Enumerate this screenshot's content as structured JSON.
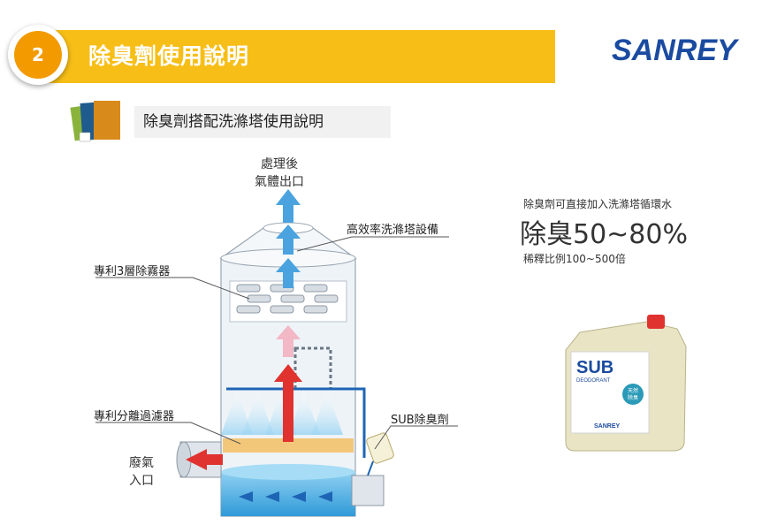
{
  "header": {
    "badge_number": "2",
    "title": "除臭劑使用說明"
  },
  "brand": {
    "name": "SANREY",
    "color": "#1a4ba0"
  },
  "section": {
    "subtitle": "除臭劑搭配洗滌塔使用說明"
  },
  "diagram": {
    "outlet_label_line1": "處理後",
    "outlet_label_line2": "氣體出口",
    "equipment_label": "高效率洗滌塔設備",
    "demister_label": "專利3層除霧器",
    "filter_label": "專利分離過濾器",
    "deodorant_label": "SUB除臭劑",
    "inlet_label_line1": "廢氣",
    "inlet_label_line2": "入口"
  },
  "info": {
    "note": "除臭劑可直接加入洗滌塔循環水",
    "headline": "除臭50~80%",
    "dilution": "稀釋比例100~500倍"
  },
  "product": {
    "sub_text": "SUB",
    "sub_caption": "DEODORANT",
    "badge_line1": "天然",
    "badge_line2": "除臭",
    "brand": "SANREY"
  },
  "colors": {
    "accent_yellow": "#f7be17",
    "badge_orange": "#f39a00",
    "brand_blue": "#1a4ba0"
  }
}
